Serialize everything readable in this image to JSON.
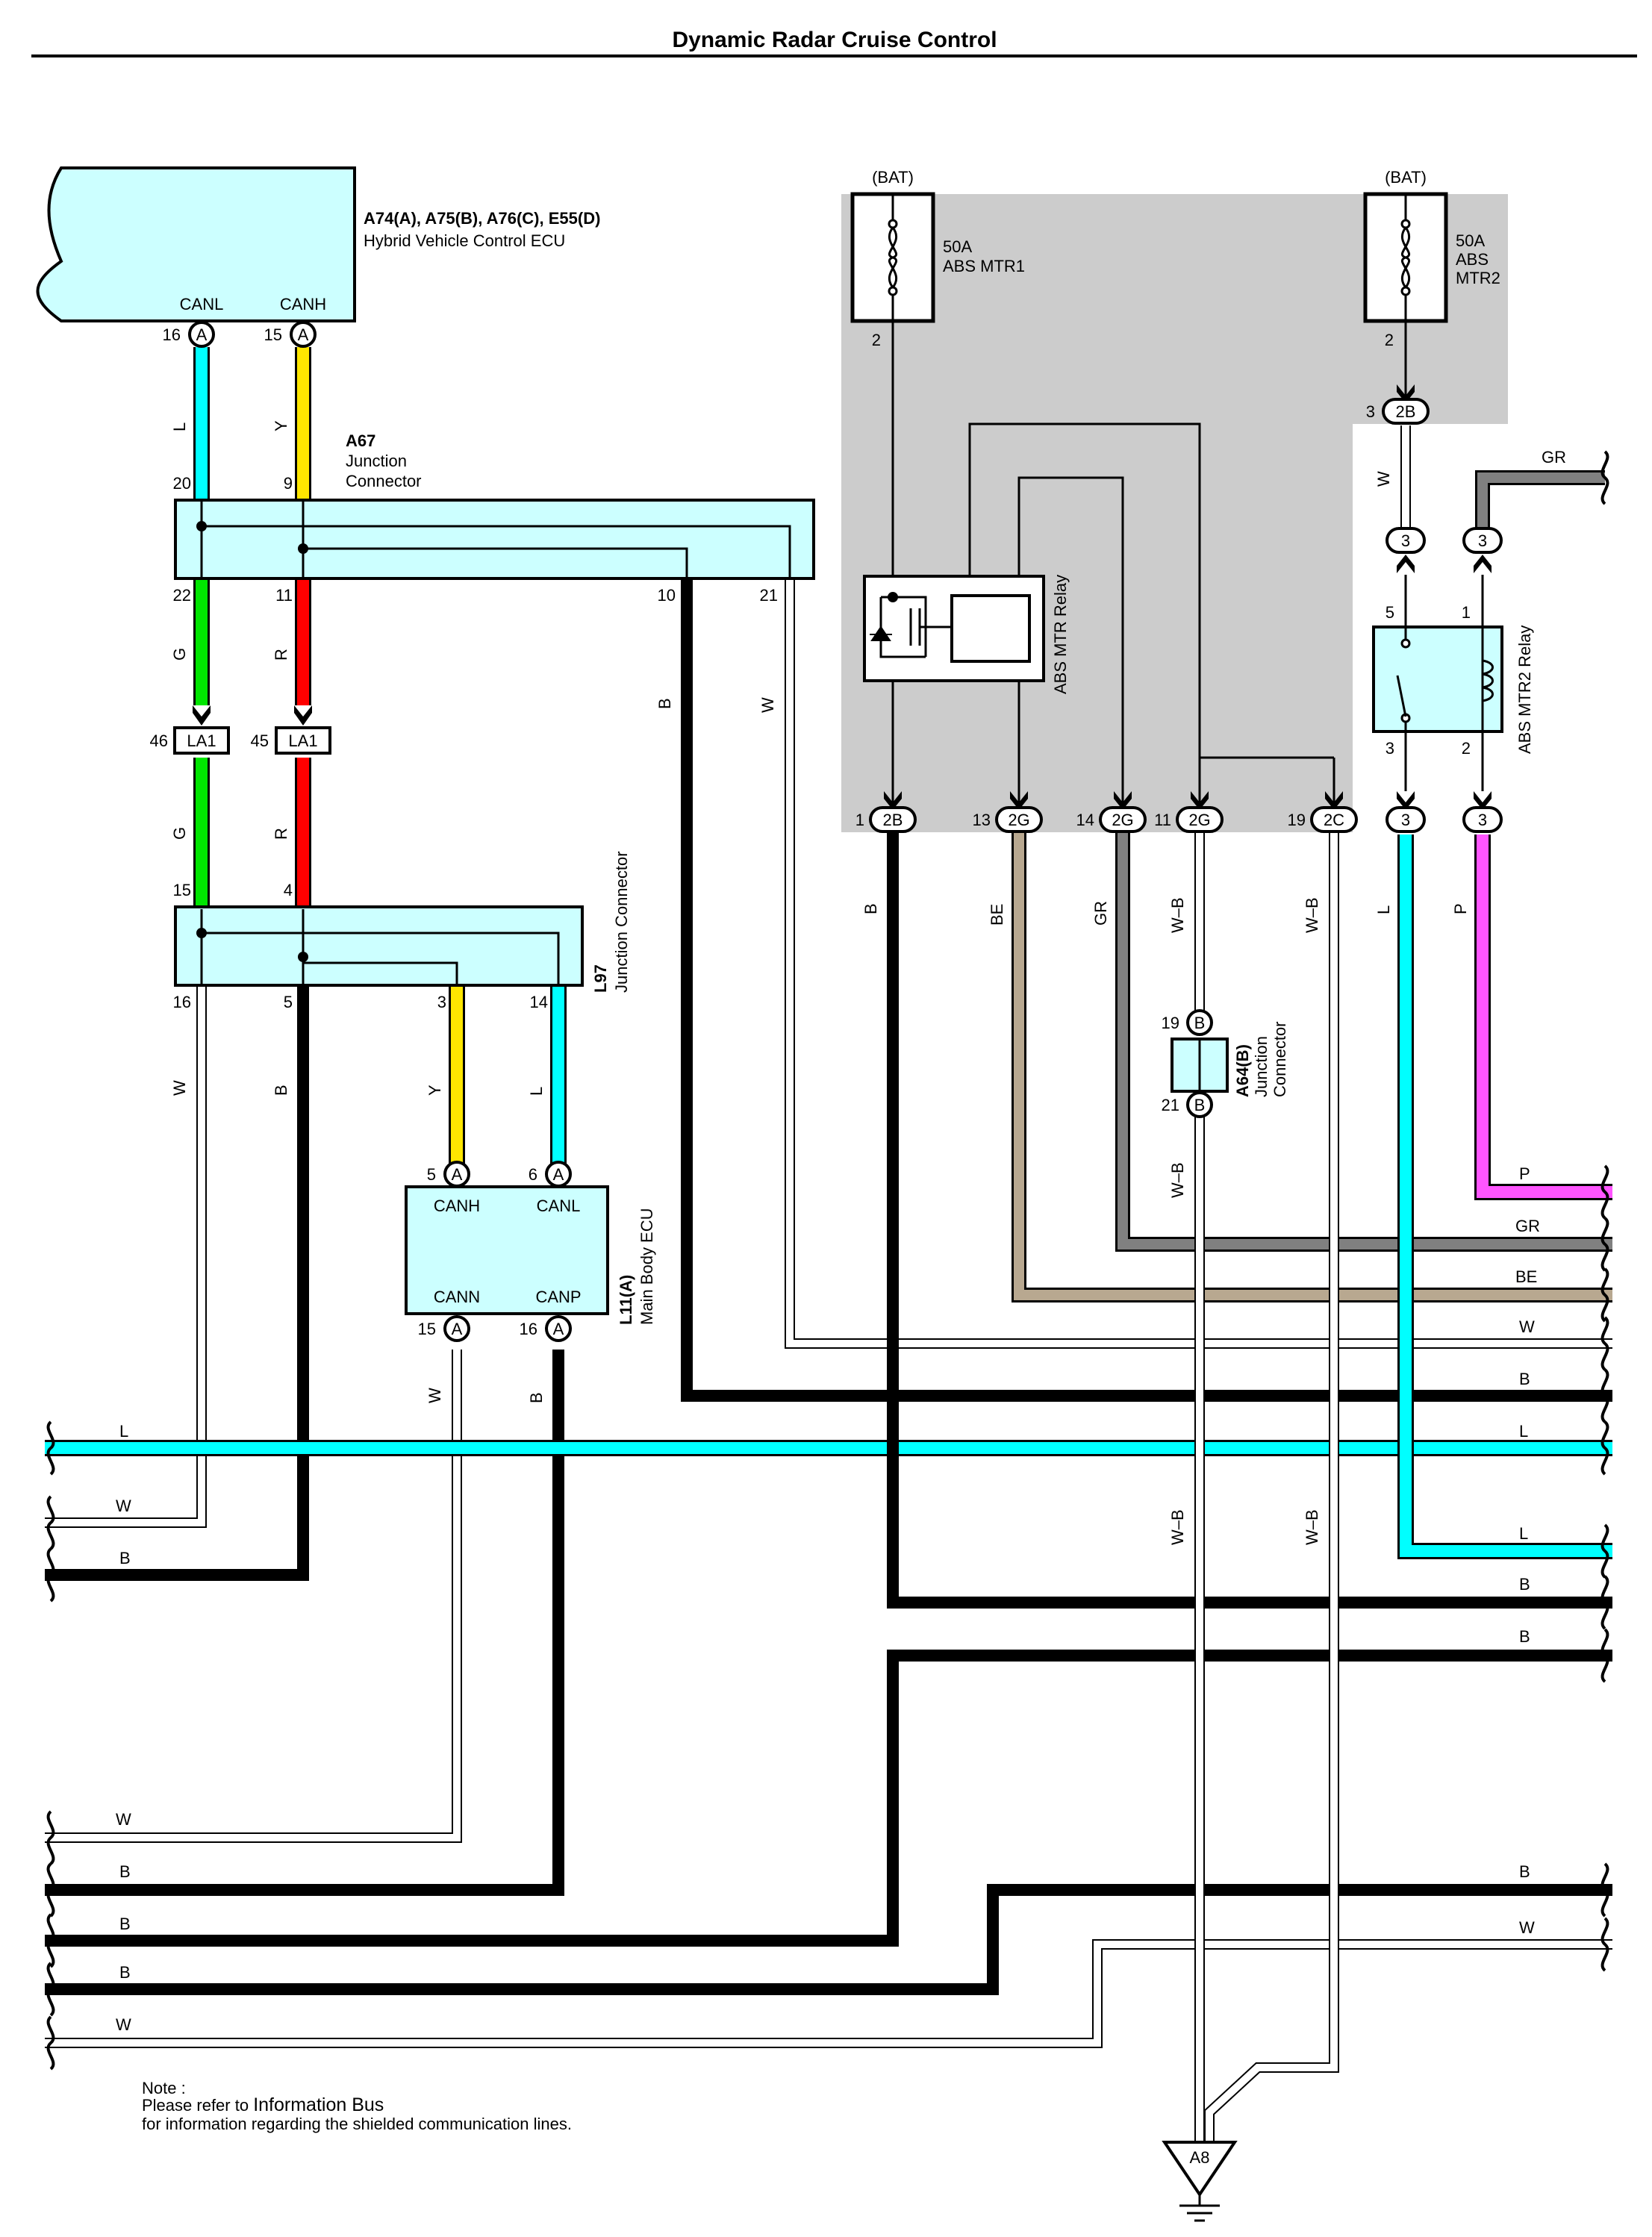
{
  "title": "Dynamic Radar Cruise Control",
  "colors": {
    "L": "#00ffff",
    "Y": "#ffe600",
    "G": "#00e600",
    "R": "#ff0000",
    "B": "#000000",
    "W": "#ffffff",
    "GR": "#808080",
    "BE": "#b8a890",
    "P": "#ff55ff",
    "component_fill": "#ccffff",
    "shade": "#cccccc"
  },
  "components": {
    "hv_ecu": {
      "ref": "A74(A), A75(B), A76(C), E55(D)",
      "name": "Hybrid Vehicle Control ECU",
      "canl": "CANL",
      "canh": "CANH",
      "pin_canl": "16",
      "pin_canh": "15",
      "conn": "A"
    },
    "a67": {
      "ref": "A67",
      "name_line1": "Junction",
      "name_line2": "Connector",
      "pins": {
        "p20": "20",
        "p9": "9",
        "p22": "22",
        "p11": "11",
        "p10": "10",
        "p21": "21"
      }
    },
    "la1": {
      "label": "LA1",
      "pin_left": "46",
      "pin_right": "45"
    },
    "l97": {
      "ref": "L97",
      "name": "Junction Connector",
      "pins": {
        "p15": "15",
        "p4": "4",
        "p16": "16",
        "p5": "5",
        "p3": "3",
        "p14": "14"
      }
    },
    "main_body": {
      "ref": "L11(A)",
      "name": "Main Body ECU",
      "canh": "CANH",
      "canl": "CANL",
      "cann": "CANN",
      "canp": "CANP",
      "pin5": "5",
      "pin6": "6",
      "pin15": "15",
      "pin16": "16",
      "conn": "A"
    },
    "fuse1": {
      "bat": "(BAT)",
      "amp": "50A",
      "name": "ABS MTR1",
      "pin": "2"
    },
    "fuse2": {
      "bat": "(BAT)",
      "amp": "50A",
      "name_line1": "ABS",
      "name_line2": "MTR2",
      "pin": "2"
    },
    "relay1": {
      "name": "ABS MTR Relay"
    },
    "relay2": {
      "name": "ABS MTR2 Relay",
      "pin5": "5",
      "pin1": "1",
      "pin3": "3",
      "pin2": "2"
    },
    "conn_2b_top": {
      "pin": "3",
      "label": "2B"
    },
    "conn3_top": {
      "label": "3"
    },
    "bottom_conns": [
      {
        "pin": "1",
        "label": "2B"
      },
      {
        "pin": "13",
        "label": "2G"
      },
      {
        "pin": "14",
        "label": "2G"
      },
      {
        "pin": "11",
        "label": "2G"
      },
      {
        "pin": "19",
        "label": "2C"
      }
    ],
    "conn3_bottom": {
      "label": "3"
    },
    "a64": {
      "ref": "A64(B)",
      "name_line1": "Junction",
      "name_line2": "Connector",
      "pin_top": "19",
      "pin_bottom": "21",
      "conn": "B"
    },
    "ground": {
      "label": "A8"
    }
  },
  "wire_labels": {
    "L": "L",
    "Y": "Y",
    "G": "G",
    "R": "R",
    "B": "B",
    "W": "W",
    "GR": "GR",
    "BE": "BE",
    "P": "P",
    "WB": "W–B"
  },
  "note": {
    "line1": "Note :",
    "line2a": "Please refer to ",
    "line2b": "Information Bus",
    "line3": "for information regarding the shielded communication lines."
  }
}
